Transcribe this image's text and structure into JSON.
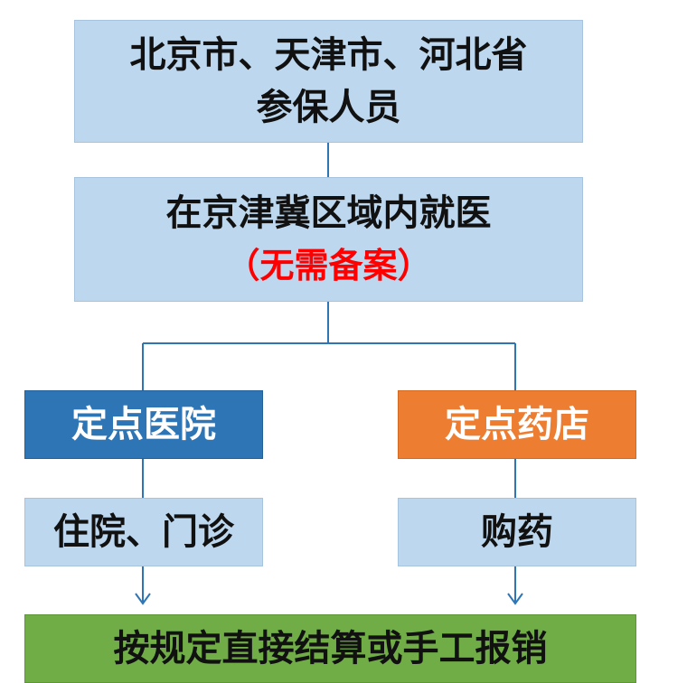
{
  "flow": {
    "top": {
      "line1": "北京市、天津市、河北省",
      "line2": "参保人员"
    },
    "middle": {
      "line1": "在京津冀区域内就医",
      "note": "（无需备案）"
    },
    "hospital": {
      "label": "定点医院"
    },
    "pharmacy": {
      "label": "定点药店"
    },
    "hospital_service": {
      "label": "住院、门诊"
    },
    "pharmacy_service": {
      "label": "购药"
    },
    "settlement": {
      "label": "按规定直接结算或手工报销"
    }
  },
  "colors": {
    "light_box": "#bdd7ee",
    "hospital_box": "#2e75b6",
    "pharmacy_box": "#ed7d31",
    "settlement_box": "#70ad47",
    "note_text": "#ff0000",
    "connector": "#2e75b6"
  }
}
